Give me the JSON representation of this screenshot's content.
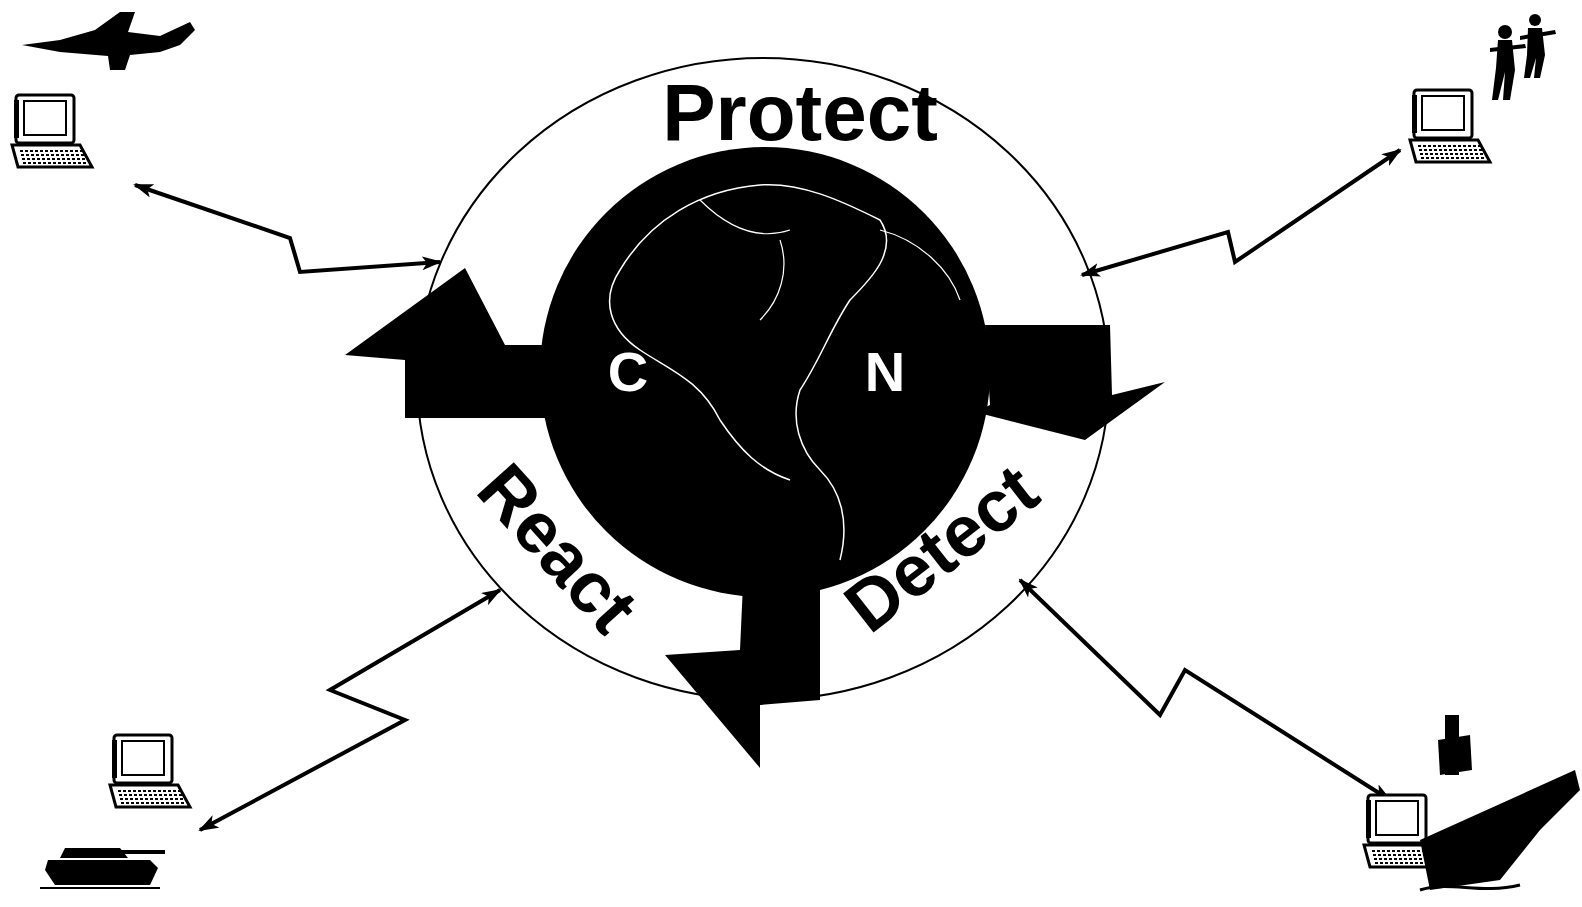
{
  "diagram": {
    "nodes": [
      {
        "text": [
          "Protect",
          "React",
          "Detect"
        ]
      }
    ],
    "labels": [
      "C",
      "N"
    ]
  }
}
